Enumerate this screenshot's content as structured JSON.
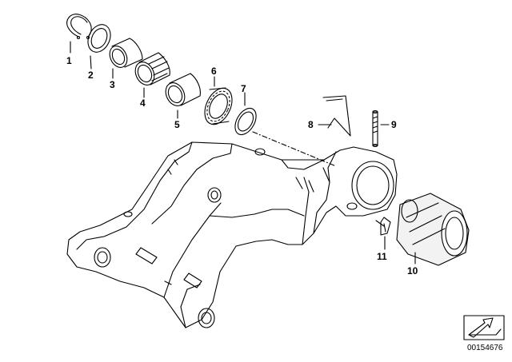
{
  "diagram": {
    "part_labels": [
      {
        "id": "p1",
        "text": "1"
      },
      {
        "id": "p2",
        "text": "2"
      },
      {
        "id": "p3",
        "text": "3"
      },
      {
        "id": "p4",
        "text": "4"
      },
      {
        "id": "p5",
        "text": "5"
      },
      {
        "id": "p6",
        "text": "6"
      },
      {
        "id": "p7",
        "text": "7"
      },
      {
        "id": "p8",
        "text": "8"
      },
      {
        "id": "p9",
        "text": "9"
      },
      {
        "id": "p10",
        "text": "10"
      },
      {
        "id": "p11",
        "text": "11"
      }
    ],
    "reference_number": "00154676",
    "colors": {
      "line": "#000000",
      "background": "#ffffff",
      "frame_fill": "#ffffff",
      "cylinder_fill": "#f2f2f2"
    }
  }
}
